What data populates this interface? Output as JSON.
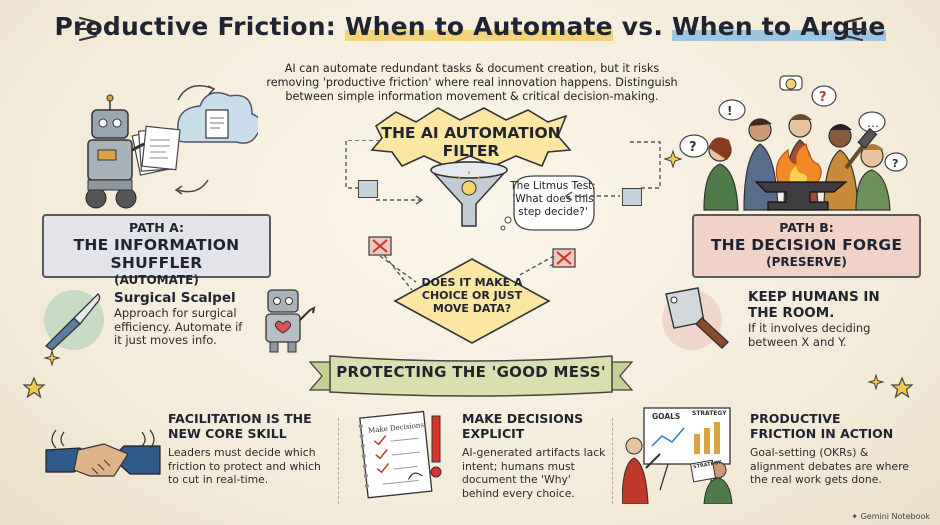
{
  "title": {
    "part1": "Productive Friction: ",
    "part2": "When to Automate",
    "part3": " vs. ",
    "part4": "When to Argue"
  },
  "intro": "AI can automate redundant tasks & document creation, but it risks removing 'productive friction' where real innovation happens. Distinguish between simple information movement & critical decision-making.",
  "filter": {
    "title_line1": "THE AI AUTOMATION",
    "title_line2": "FILTER",
    "litmus": "The Litmus Test: 'What does this step decide?'",
    "question": "DOES IT MAKE A CHOICE OR JUST MOVE DATA?"
  },
  "path_a": {
    "line1": "PATH A:",
    "line2": "THE INFORMATION SHUFFLER",
    "line3": "(AUTOMATE)",
    "heading": "Surgical Scalpel",
    "body": "Approach for surgical efficiency. Automate if it just moves info."
  },
  "path_b": {
    "line1": "PATH B:",
    "line2": "THE DECISION FORGE",
    "line3": "(PRESERVE)",
    "heading": "KEEP HUMANS IN THE ROOM.",
    "body": "If it involves deciding between X and Y."
  },
  "banner": "PROTECTING THE 'GOOD MESS'",
  "bottom": [
    {
      "heading": "FACILITATION IS THE NEW CORE SKILL",
      "body": "Leaders must decide which friction to protect and which to cut in real-time."
    },
    {
      "heading": "MAKE DECISIONS EXPLICIT",
      "body": "AI-generated artifacts lack intent; humans must document the 'Why' behind every choice."
    },
    {
      "heading": "PRODUCTIVE FRICTION IN ACTION",
      "body": "Goal-setting (OKRs) & alignment debates are where the real work gets done."
    }
  ],
  "art_text": {
    "notebook": "Make Decisions",
    "goals": "GOALS",
    "strategy": "STRATEGY",
    "strategy2": "STRATEGY"
  },
  "footer": "Gemini Notebook",
  "colors": {
    "background": "#f6efe1",
    "path_a": "#e3e4ea",
    "path_b": "#f1d2c6",
    "banner": "#d9dfb0",
    "burst": "#fbe7a2"
  }
}
